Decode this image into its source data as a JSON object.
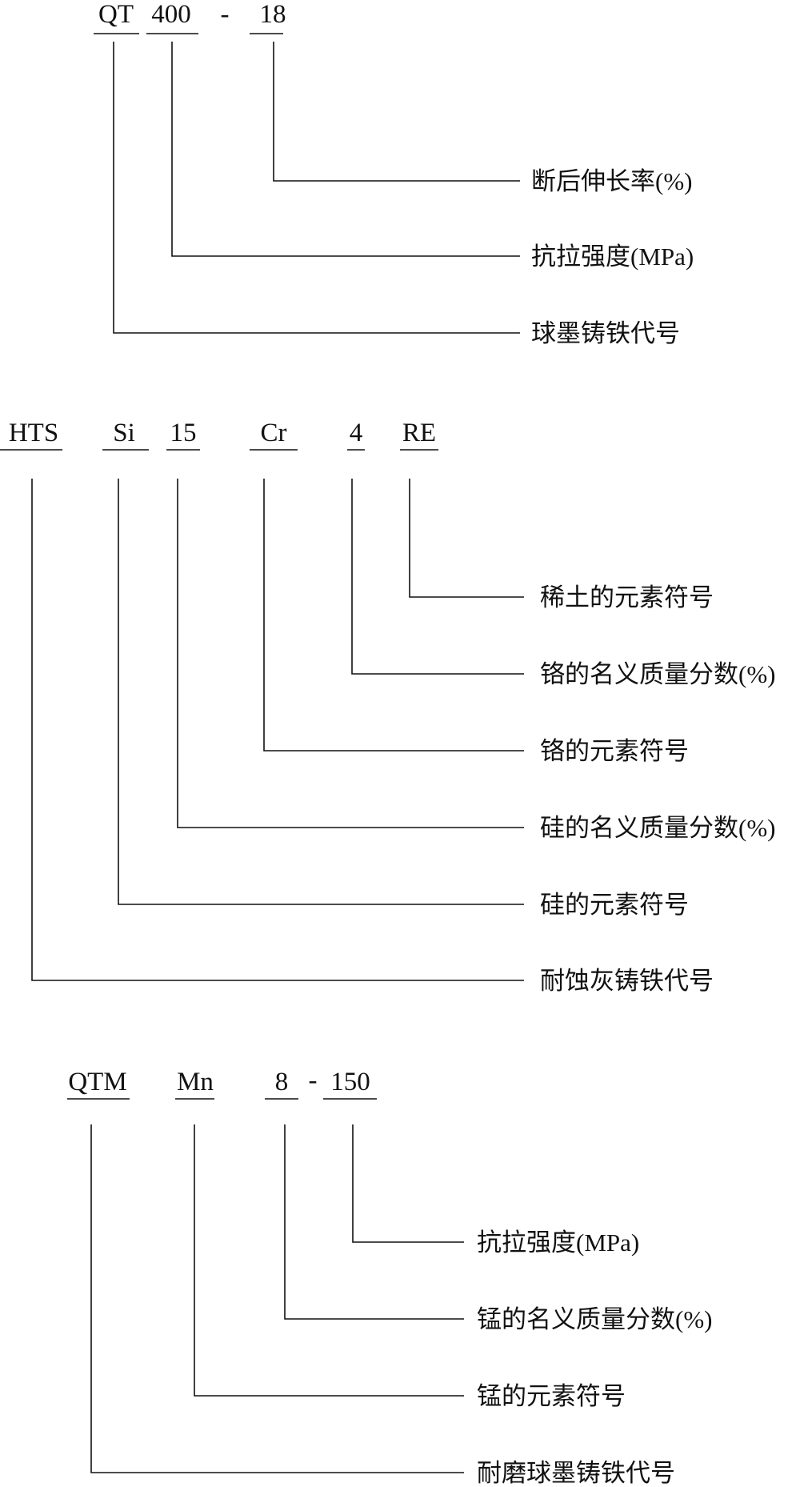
{
  "diagrams": [
    {
      "codes": [
        "QT",
        "400",
        "18"
      ],
      "separators": [
        "-"
      ],
      "labels": [
        "断后伸长率(%)",
        "抗拉强度(MPa)",
        "球墨铸铁代号"
      ]
    },
    {
      "codes": [
        "HTS",
        "Si",
        "15",
        "Cr",
        "4",
        "RE"
      ],
      "separators": [],
      "labels": [
        "稀土的元素符号",
        "铬的名义质量分数(%)",
        "铬的元素符号",
        "硅的名义质量分数(%)",
        "硅的元素符号",
        "耐蚀灰铸铁代号"
      ]
    },
    {
      "codes": [
        "QTM",
        "Mn",
        "8",
        "150"
      ],
      "separators": [
        "-"
      ],
      "labels": [
        "抗拉强度(MPa)",
        "锰的名义质量分数(%)",
        "锰的元素符号",
        "耐磨球墨铸铁代号"
      ]
    }
  ]
}
